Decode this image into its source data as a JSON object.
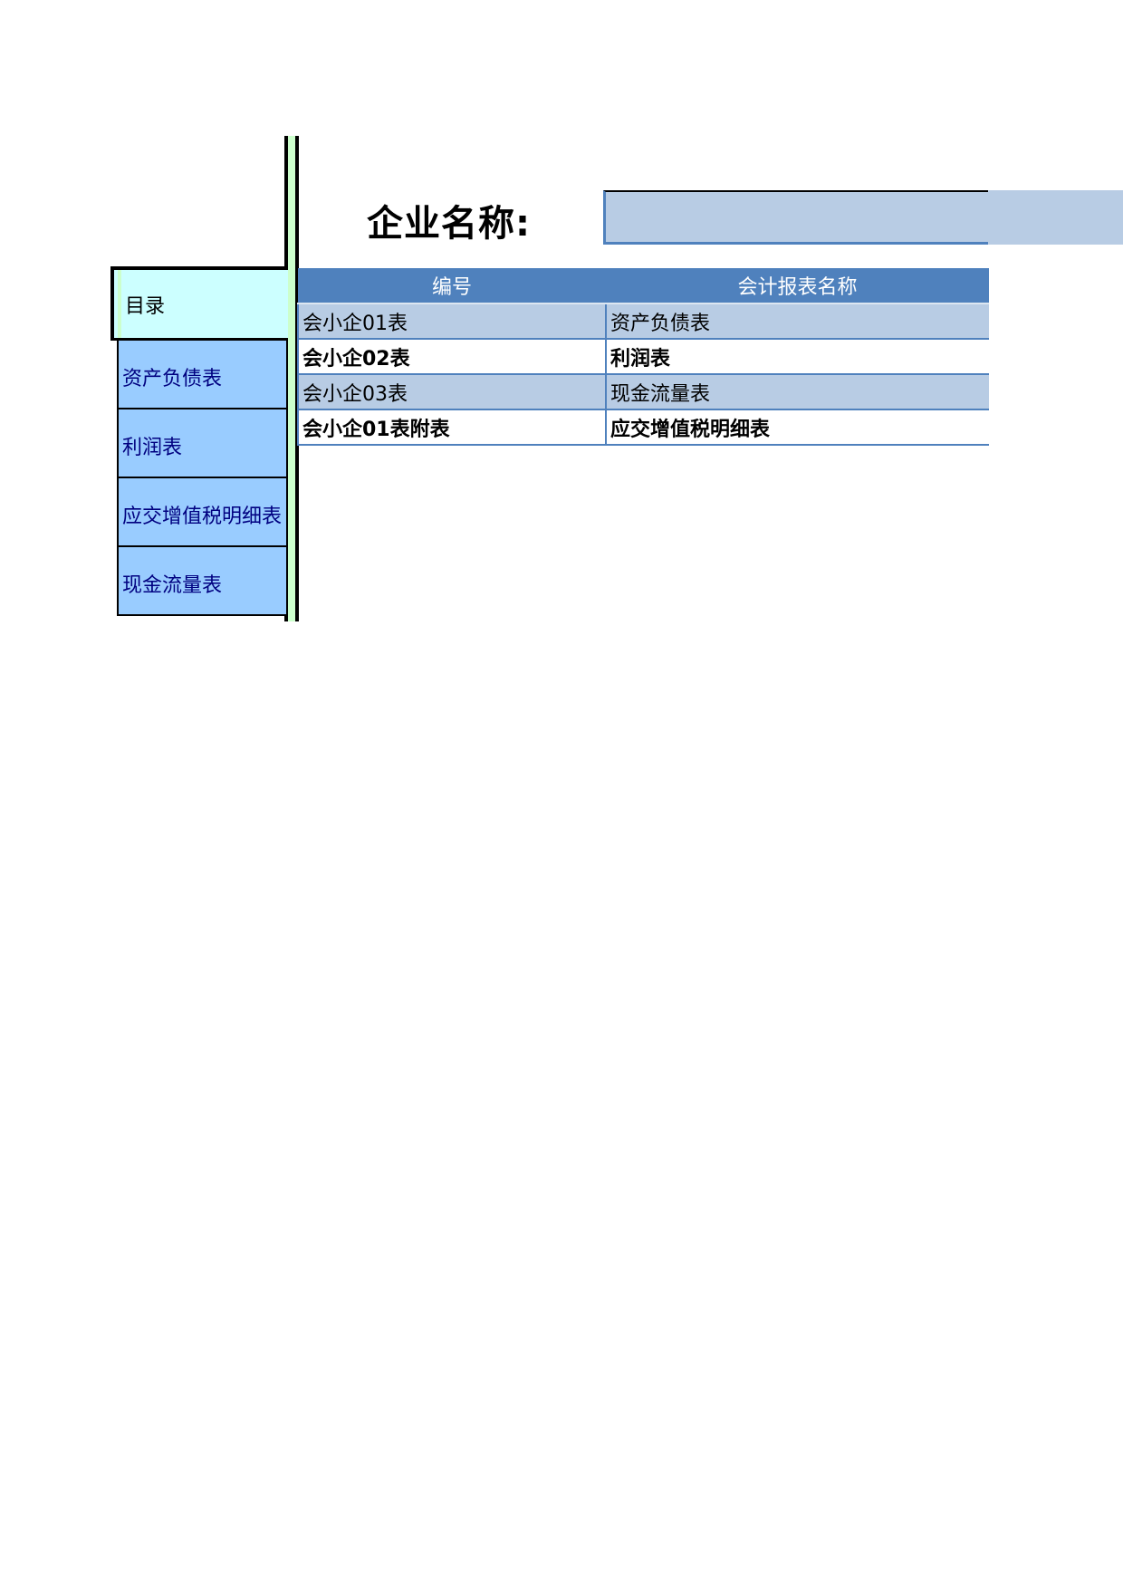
{
  "header": {
    "company_label": "企业名称:",
    "company_value": ""
  },
  "sidebar": {
    "home": "目录",
    "items": [
      {
        "label": "资产负债表"
      },
      {
        "label": "利润表"
      },
      {
        "label": "应交增值税明细表"
      },
      {
        "label": "现金流量表"
      }
    ]
  },
  "table": {
    "columns": [
      "编号",
      "会计报表名称"
    ],
    "rows": [
      {
        "code": "会小企01表",
        "name": "资产负债表"
      },
      {
        "code": "会小企02表",
        "name": "利润表"
      },
      {
        "code": "会小企03表",
        "name": "现金流量表"
      },
      {
        "code": "会小企01表附表",
        "name": "应交增值税明细表"
      }
    ]
  },
  "colors": {
    "header_blue": "#4f81bd",
    "row_alt": "#b8cce4",
    "nav_button": "#99ccff",
    "home_cell": "#ccffff",
    "green_strip": "#ccffcc",
    "nav_text": "#000080"
  }
}
